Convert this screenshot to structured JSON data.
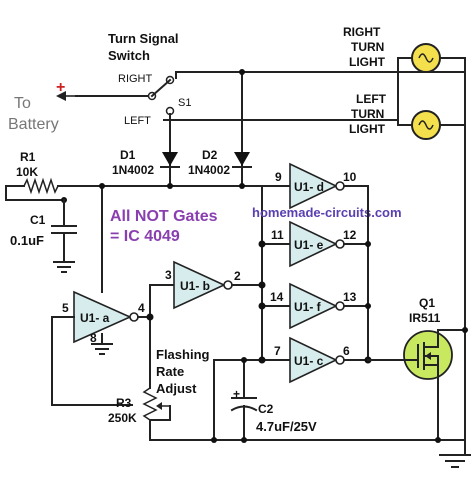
{
  "labels": {
    "switch_title_1": "Turn Signal",
    "switch_title_2": "Switch",
    "right": "RIGHT",
    "left": "LEFT",
    "s1": "S1",
    "to_battery_1": "To",
    "to_battery_2": "Battery",
    "plus": "+",
    "right_light_1": "RIGHT",
    "right_light_2": "TURN",
    "right_light_3": "LIGHT",
    "left_light_1": "LEFT",
    "left_light_2": "TURN",
    "left_light_3": "LIGHT",
    "d1": "D1",
    "d1_part": "1N4002",
    "d2": "D2",
    "d2_part": "1N4002",
    "r1": "R1",
    "r1_val": "10K",
    "c1": "C1",
    "c1_val": "0.1uF",
    "note_1": "All NOT Gates",
    "note_2": "= IC 4049",
    "watermark": "homemade-circuits.com",
    "rate_1": "Flashing",
    "rate_2": "Rate",
    "rate_3": "Adjust",
    "r3": "R3",
    "r3_val": "250K",
    "c2": "C2",
    "c2_val": "4.7uF/25V",
    "q1": "Q1",
    "q1_part": "IR511",
    "c2_plus": "+"
  },
  "gates": {
    "u1a": "U1- a",
    "u1b": "U1- b",
    "u1c": "U1- c",
    "u1d": "U1- d",
    "u1e": "U1- e",
    "u1f": "U1- f"
  },
  "pins": {
    "p2": "2",
    "p3": "3",
    "p4": "4",
    "p5": "5",
    "p6": "6",
    "p7": "7",
    "p8": "8",
    "p9": "9",
    "p10": "10",
    "p11": "11",
    "p12": "12",
    "p13": "13",
    "p14": "14"
  },
  "colors": {
    "gate_fill": "#d7ecec",
    "note": "#8a3fb0",
    "watermark": "#5a3fb0",
    "lamp": "#f4e04d",
    "mosfet": "#c8e860",
    "battery_arrow": "#cc2222",
    "battery_text": "#777777"
  }
}
